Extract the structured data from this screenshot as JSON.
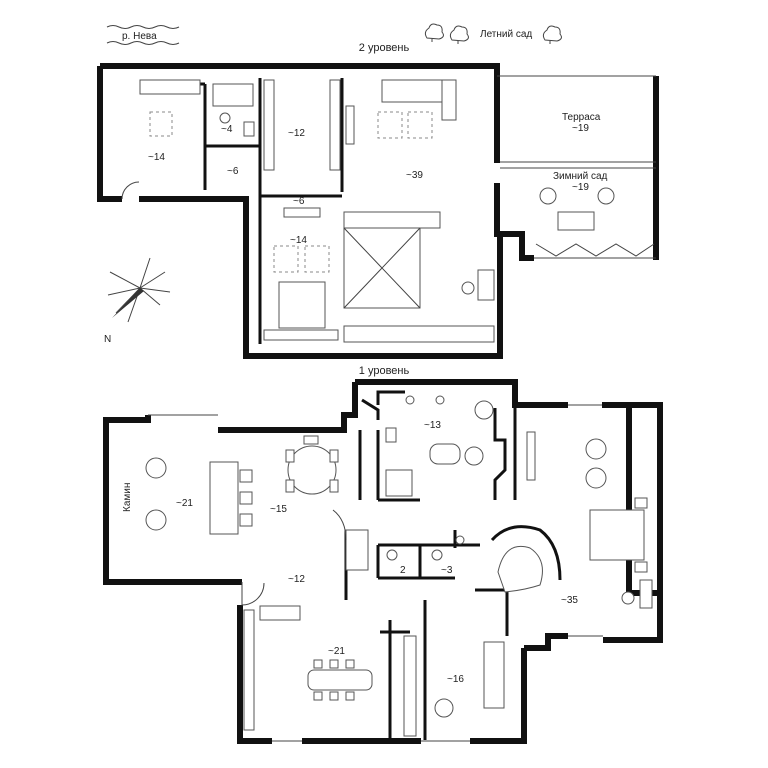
{
  "header": {
    "river": "р. Нева",
    "garden": "Летний сад"
  },
  "levels": {
    "upper_title": "2 уровень",
    "lower_title": "1 уровень"
  },
  "upper_rooms": [
    {
      "id": "kitchen2",
      "label": "~14"
    },
    {
      "id": "bath2",
      "label": "~4"
    },
    {
      "id": "hall2a",
      "label": "~6"
    },
    {
      "id": "wardrobe",
      "label": "~12"
    },
    {
      "id": "hall2b",
      "label": "~6"
    },
    {
      "id": "bedroom2",
      "label": "~14"
    },
    {
      "id": "living2",
      "label": "~39"
    },
    {
      "id": "terrace",
      "name": "Терраса",
      "label": "~19"
    },
    {
      "id": "winter",
      "name": "Зимний сад",
      "label": "~19"
    }
  ],
  "lower_rooms": [
    {
      "id": "fireplace",
      "name": "Камин",
      "label": "~21"
    },
    {
      "id": "dining",
      "label": "~15"
    },
    {
      "id": "bath1",
      "label": "~13"
    },
    {
      "id": "hall1",
      "label": "~12"
    },
    {
      "id": "wc1",
      "label": "2"
    },
    {
      "id": "wc2",
      "label": "~3"
    },
    {
      "id": "master",
      "label": "~35"
    },
    {
      "id": "kitchen1",
      "label": "~21"
    },
    {
      "id": "study",
      "label": "~16"
    }
  ],
  "compass": {
    "north": "N"
  }
}
